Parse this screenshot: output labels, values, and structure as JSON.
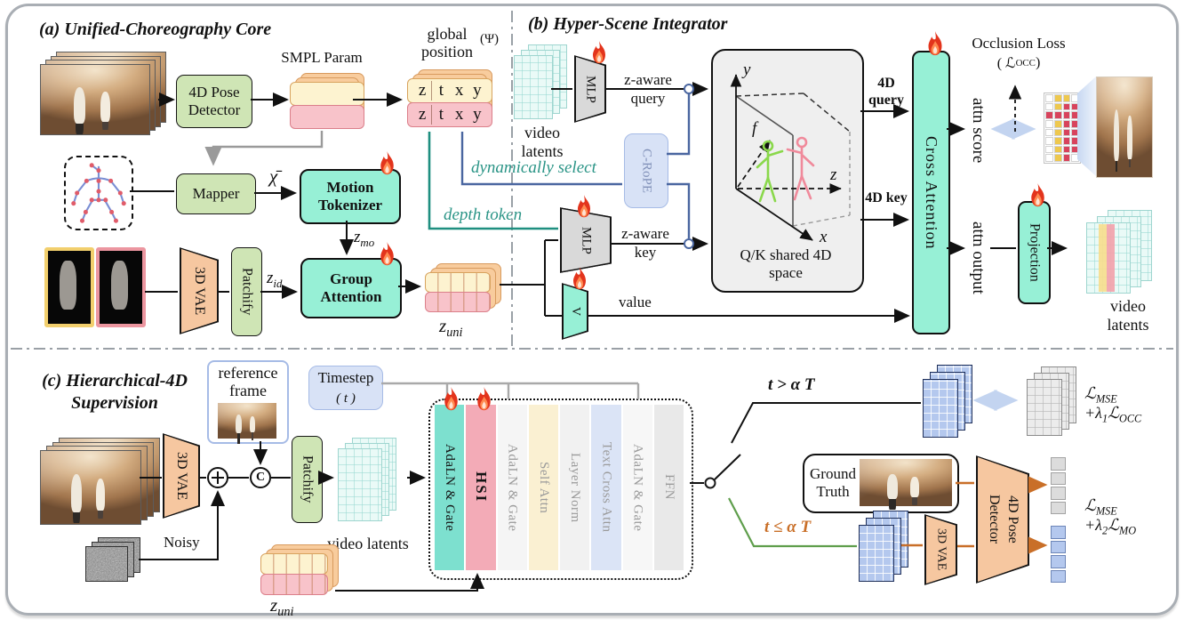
{
  "colors": {
    "teal_box": "#97f0d6",
    "green_box": "#cfe5b5",
    "orange_box": "#f6c7a0",
    "lavender": "#d8e2f6",
    "blue_line": "#4a66a0",
    "teal_line": "#1f8f80",
    "orange_line": "#c96f28",
    "green_line": "#5f9e4c"
  },
  "panel_a": {
    "title": "(a) Unified-Choreography Core",
    "pose_detector": "4D Pose Detector",
    "smpl_label": "SMPL Param",
    "global_position": {
      "label": "global position",
      "psi": "(Ψ)",
      "cells": [
        "z",
        "t",
        "x",
        "y"
      ]
    },
    "mapper": "Mapper",
    "chi": "χ̄",
    "motion_tokenizer": "Motion Tokenizer",
    "z_mo": "z_{mo}",
    "vae": "3D VAE",
    "patchify": "Patchify",
    "z_id": "z_{id}",
    "group_attention": "Group Attention",
    "z_uni": "z_{uni}"
  },
  "panel_b": {
    "title": "(b) Hyper-Scene Integrator",
    "video_latents_in": "video latents",
    "mlp_query": "MLP",
    "mlp_key": "MLP",
    "z_aware_query": "z-aware query",
    "z_aware_key": "z-aware key",
    "crope": "C-RoPE",
    "dynamically_select": "dynamically select",
    "depth_token": "depth token",
    "v_label": "V",
    "value_label": "value",
    "space_label": "Q/K shared 4D space",
    "axes": {
      "x": "x",
      "y": "y",
      "z": "z",
      "f": "f"
    },
    "query_4d": "4D query",
    "key_4d": "4D key",
    "cross_attention": "Cross Attention",
    "attn_score": "attn score",
    "occlusion_line1": "Occlusion Loss",
    "occlusion_line2": "( ℒ_{OCC} )",
    "attn_output": "attn output",
    "projection": "Projection",
    "video_latents_out": "video latents",
    "attn_grid": {
      "palette": {
        "w": "#ffffff",
        "y": "#eec84e",
        "r": "#d8435c"
      },
      "rows": [
        [
          "w",
          "y",
          "y",
          "w"
        ],
        [
          "w",
          "y",
          "r",
          "r"
        ],
        [
          "r",
          "r",
          "r",
          "r"
        ],
        [
          "w",
          "y",
          "r",
          "r"
        ],
        [
          "w",
          "y",
          "r",
          "r"
        ],
        [
          "w",
          "y",
          "r",
          "r"
        ],
        [
          "w",
          "y",
          "r",
          "r"
        ],
        [
          "w",
          "y",
          "r",
          "w"
        ]
      ]
    }
  },
  "panel_c": {
    "title_line1": "(c) Hierarchical-4D",
    "title_line2": "Supervision",
    "vae": "3D VAE",
    "noisy": "Noisy",
    "reference_frame": "reference frame",
    "concat": "C",
    "patchify": "Patchify",
    "video_latents": "video latents",
    "timestep_line1": "Timestep",
    "timestep_line2": "( t )",
    "z_uni": "z_{uni}",
    "hsi_block": {
      "strips": [
        {
          "label": "AdaLN & Gate",
          "color": "#7de0cf",
          "text": "#141414",
          "fire": true
        },
        {
          "label": "HSI",
          "color": "#f3abb7",
          "text": "#141414",
          "fire": true,
          "bold": true
        },
        {
          "label": "AdaLN & Gate",
          "color": "#f5f5f5",
          "text": "#9a9a9a"
        },
        {
          "label": "Self Attn",
          "color": "#faf0d2",
          "text": "#9a9a9a"
        },
        {
          "label": "Layer Norm",
          "color": "#f1f1f1",
          "text": "#9a9a9a"
        },
        {
          "label": "Text Cross Attn",
          "color": "#dbe4f6",
          "text": "#9a9a9a"
        },
        {
          "label": "AdaLN & Gate",
          "color": "#f7f7f7",
          "text": "#9a9a9a"
        },
        {
          "label": "FFN",
          "color": "#e9e9e9",
          "text": "#9a9a9a"
        }
      ]
    },
    "branch_upper": "t > α T",
    "branch_lower": "t ≤ α T",
    "loss_upper_1": "ℒ_{MSE}",
    "loss_upper_2": "+λ_{1}ℒ_{OCC}",
    "ground_truth": "Ground Truth",
    "pose_detector": "4D Pose Detector",
    "vae_small": "3D VAE",
    "loss_lower_1": "ℒ_{MSE}",
    "loss_lower_2": "+λ_{2}ℒ_{MO}"
  }
}
